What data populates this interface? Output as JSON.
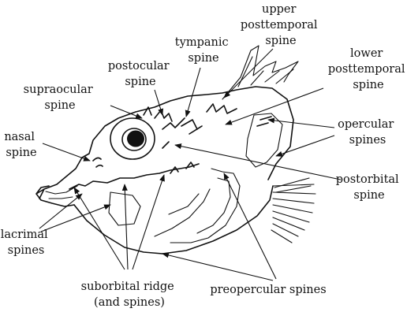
{
  "labels": {
    "upper_posttemporal": [
      "upper",
      "posttemporal",
      "spine"
    ],
    "tympanic": [
      "tympanic",
      "spine"
    ],
    "lower_posttemporal": [
      "lower",
      "posttemporal",
      "spine"
    ],
    "postocular": [
      "postocular",
      "spine"
    ],
    "supraocular": [
      "supraocular",
      "spine"
    ],
    "opercular": [
      "opercular",
      "spines"
    ],
    "nasal": [
      "nasal",
      "spine"
    ],
    "postorbital": [
      "postorbital",
      "spine"
    ],
    "lacrimal": [
      "lacrimal",
      "spines"
    ],
    "suborbital": [
      "suborbital ridge",
      "(and spines)"
    ],
    "preopercular": [
      "preopercular spines"
    ]
  }
}
